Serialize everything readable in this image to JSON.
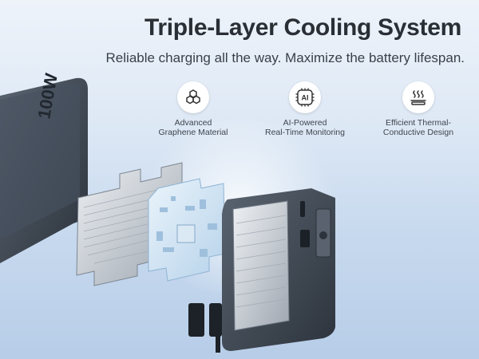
{
  "header": {
    "title": "Triple-Layer Cooling System",
    "subtitle": "Reliable charging all the way. Maximize the battery lifespan."
  },
  "features": [
    {
      "icon": "graphene-hexagon-icon",
      "label": "Advanced\nGraphene Material"
    },
    {
      "icon": "ai-chip-icon",
      "label": "AI-Powered\nReal-Time Monitoring",
      "badge": "AI"
    },
    {
      "icon": "heat-waves-icon",
      "label": "Efficient Thermal-\nConductive Design"
    }
  ],
  "product": {
    "engraving": "100W"
  },
  "colors": {
    "title": "#2a2f36",
    "device_body": "#3b434e",
    "panel_metal": "#c9ced6",
    "board_blue": "#cfe3f3"
  }
}
